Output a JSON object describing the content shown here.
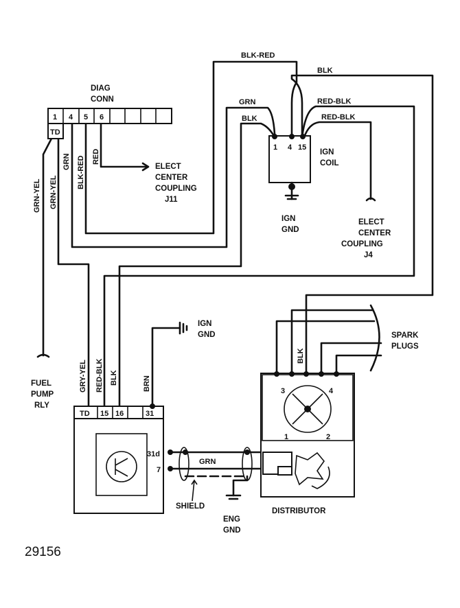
{
  "figure_id": "29156",
  "diag_conn": {
    "title_line1": "DIAG",
    "title_line2": "CONN",
    "pins": [
      "1",
      "4",
      "5",
      "6",
      "",
      "",
      "",
      ""
    ],
    "td_label": "TD"
  },
  "ign_coil": {
    "label_line1": "IGN",
    "label_line2": "COIL",
    "pins": [
      "1",
      "4",
      "15"
    ],
    "gnd_line1": "IGN",
    "gnd_line2": "GND"
  },
  "elect_center_j11": {
    "line1": "ELECT",
    "line2": "CENTER",
    "line3": "COUPLING",
    "line4": "J11"
  },
  "elect_center_j4": {
    "line1": "ELECT",
    "line2": "CENTER",
    "line3": "COUPLING",
    "line4": "J4"
  },
  "fuel_pump": {
    "line1": "FUEL",
    "line2": "PUMP",
    "line3": "RLY"
  },
  "spark_plugs": {
    "line1": "SPARK",
    "line2": "PLUGS"
  },
  "ign_gnd_upper": {
    "line1": "IGN",
    "line2": "GND"
  },
  "module": {
    "pins": [
      "TD",
      "15",
      "16",
      "",
      "31"
    ],
    "term_31d": "31d",
    "term_7": "7"
  },
  "distributor": {
    "label": "DISTRIBUTOR",
    "cap_numbers": [
      "3",
      "4",
      "1",
      "2"
    ]
  },
  "shield": "SHIELD",
  "eng_gnd": {
    "line1": "ENG",
    "line2": "GND"
  },
  "wire_labels": {
    "blk_red": "BLK-RED",
    "blk_top": "BLK",
    "grn_coil": "GRN",
    "blk_coil": "BLK",
    "red_blk_1": "RED-BLK",
    "red_blk_2": "RED-BLK",
    "grn_yel": "GRN-YEL",
    "grn_yel_2": "GRN-YEL",
    "grn": "GRN",
    "blk_red_v": "BLK-RED",
    "red": "RED",
    "gry_yel": "GRY-YEL",
    "red_blk_v": "RED-BLK",
    "blk_v": "BLK",
    "brn": "BRN",
    "blk_dist": "BLK",
    "grn_shield": "GRN"
  }
}
